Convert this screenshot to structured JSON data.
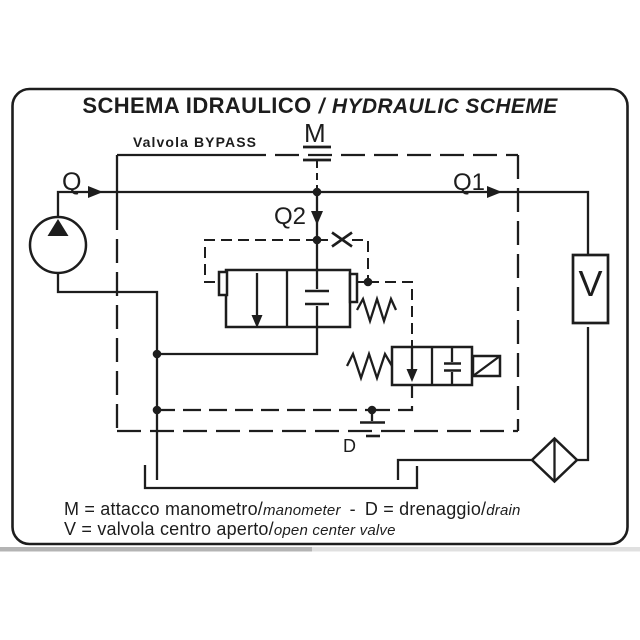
{
  "title": {
    "italian": "SCHEMA IDRAULICO",
    "separator": "/",
    "english": "HYDRAULIC SCHEME"
  },
  "diagram": {
    "bypass_valve_label": "Valvola BYPASS",
    "port_labels": {
      "pump_line": "Q",
      "outlet_1": "Q1",
      "outlet_2": "Q2",
      "manometer_port": "M",
      "drain_port": "D",
      "open_center_valve": "V"
    }
  },
  "legend": {
    "line1": {
      "m_definition": "M = attacco manometro/",
      "m_english": "manometer",
      "separator": "-",
      "d_definition": "D = drenaggio/",
      "d_english": "drain"
    },
    "line2": {
      "v_definition": "V = valvola centro aperto/",
      "v_english": "open center valve"
    }
  },
  "colors": {
    "line": "#1d1d1d",
    "background": "#ffffff",
    "shadow_left": "#b4b4b4",
    "shadow_right": "#e0e0e0"
  }
}
